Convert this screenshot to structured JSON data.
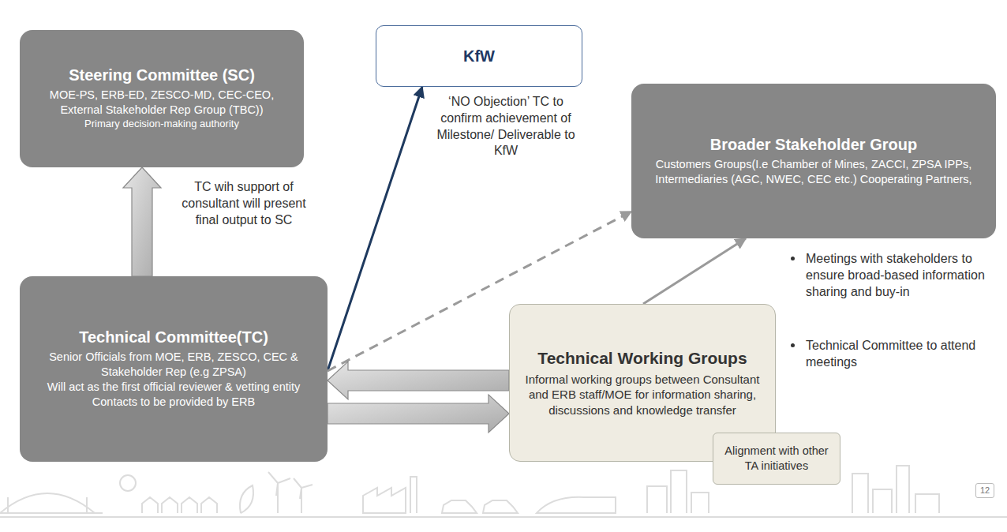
{
  "diagram": {
    "nodes": [
      {
        "text": [
          "Steering Committee (SC)",
          "MOE-PS, ERB-ED, ZESCO-MD, CEC-CEO, External Stakeholder Rep Group (TBC))",
          "Primary decision-making authority"
        ]
      },
      {
        "text": [
          "KfW"
        ]
      },
      {
        "text": [
          "Broader Stakeholder Group",
          "Customers Groups(I.e Chamber of Mines, ZACCI, ZPSA IPPs, Intermediaries (AGC, NWEC, CEC etc.) Cooperating Partners,"
        ]
      },
      {
        "text": [
          "Technical Committee(TC)",
          "Senior Officials from MOE, ERB, ZESCO, CEC & Stakeholder Rep (e.g ZPSA)",
          "Will act as the first official reviewer & vetting entity",
          "Contacts to be provided by ERB"
        ]
      },
      {
        "text": [
          "Technical Working Groups",
          "Informal working groups between Consultant and ERB staff/MOE for information sharing, discussions and knowledge transfer"
        ]
      },
      {
        "text": [
          "Alignment with other TA initiatives"
        ]
      }
    ],
    "edges": [
      {
        "from": 3,
        "to": 0,
        "arrow": "to",
        "label": "TC wih support of consultant will present final output to SC"
      },
      {
        "from": 3,
        "to": 1,
        "arrow": "to",
        "label": "‘NO Objection’ TC to confirm achievement of Milestone/ Deliverable to KfW"
      },
      {
        "from": 3,
        "to": 2,
        "arrow": "to"
      },
      {
        "from": 4,
        "to": 3,
        "arrow": "to"
      },
      {
        "from": 3,
        "to": 4,
        "arrow": "to"
      },
      {
        "from": 4,
        "to": 2,
        "arrow": "to"
      }
    ],
    "labels": [
      "Meetings with stakeholders to ensure broad-based information sharing and buy-in",
      "Technical Committee to attend meetings",
      "12"
    ]
  }
}
